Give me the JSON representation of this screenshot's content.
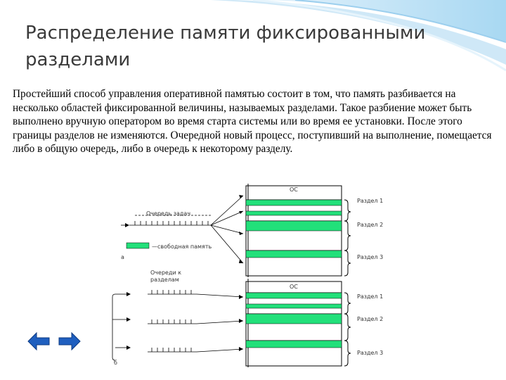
{
  "slide": {
    "title": "Распределение памяти фиксированными разделами",
    "paragraph": "Простейший способ управления оперативной памятью состоит в том, что память разбивается на несколько областей фиксированной величины, называемых разделами. Такое разбиение может быть выполнено вручную оператором во время старта системы или во время ее установки. После этого границы разделов не изменяются. Очередной новый процесс, поступивший на выполнение, помещается либо в общую очередь, либо в очередь к некоторому разделу."
  },
  "diagram": {
    "os_label": "ОС",
    "top_queue_label": "Очередь задач",
    "free_memory_label": "—свободная память",
    "bottom_queue_label_line1": "Очереди к",
    "bottom_queue_label_line2": "разделам",
    "partition_labels": [
      "Раздел 1",
      "Раздел 2",
      "Раздел 3"
    ],
    "panel_a_label": "а",
    "panel_b_label": "б",
    "colors": {
      "free_memory": "#22e07a",
      "outline": "#000000"
    }
  },
  "navigation": {
    "back_icon": "arrow-left-icon",
    "forward_icon": "arrow-right-icon",
    "color": "#1f5fbf"
  }
}
